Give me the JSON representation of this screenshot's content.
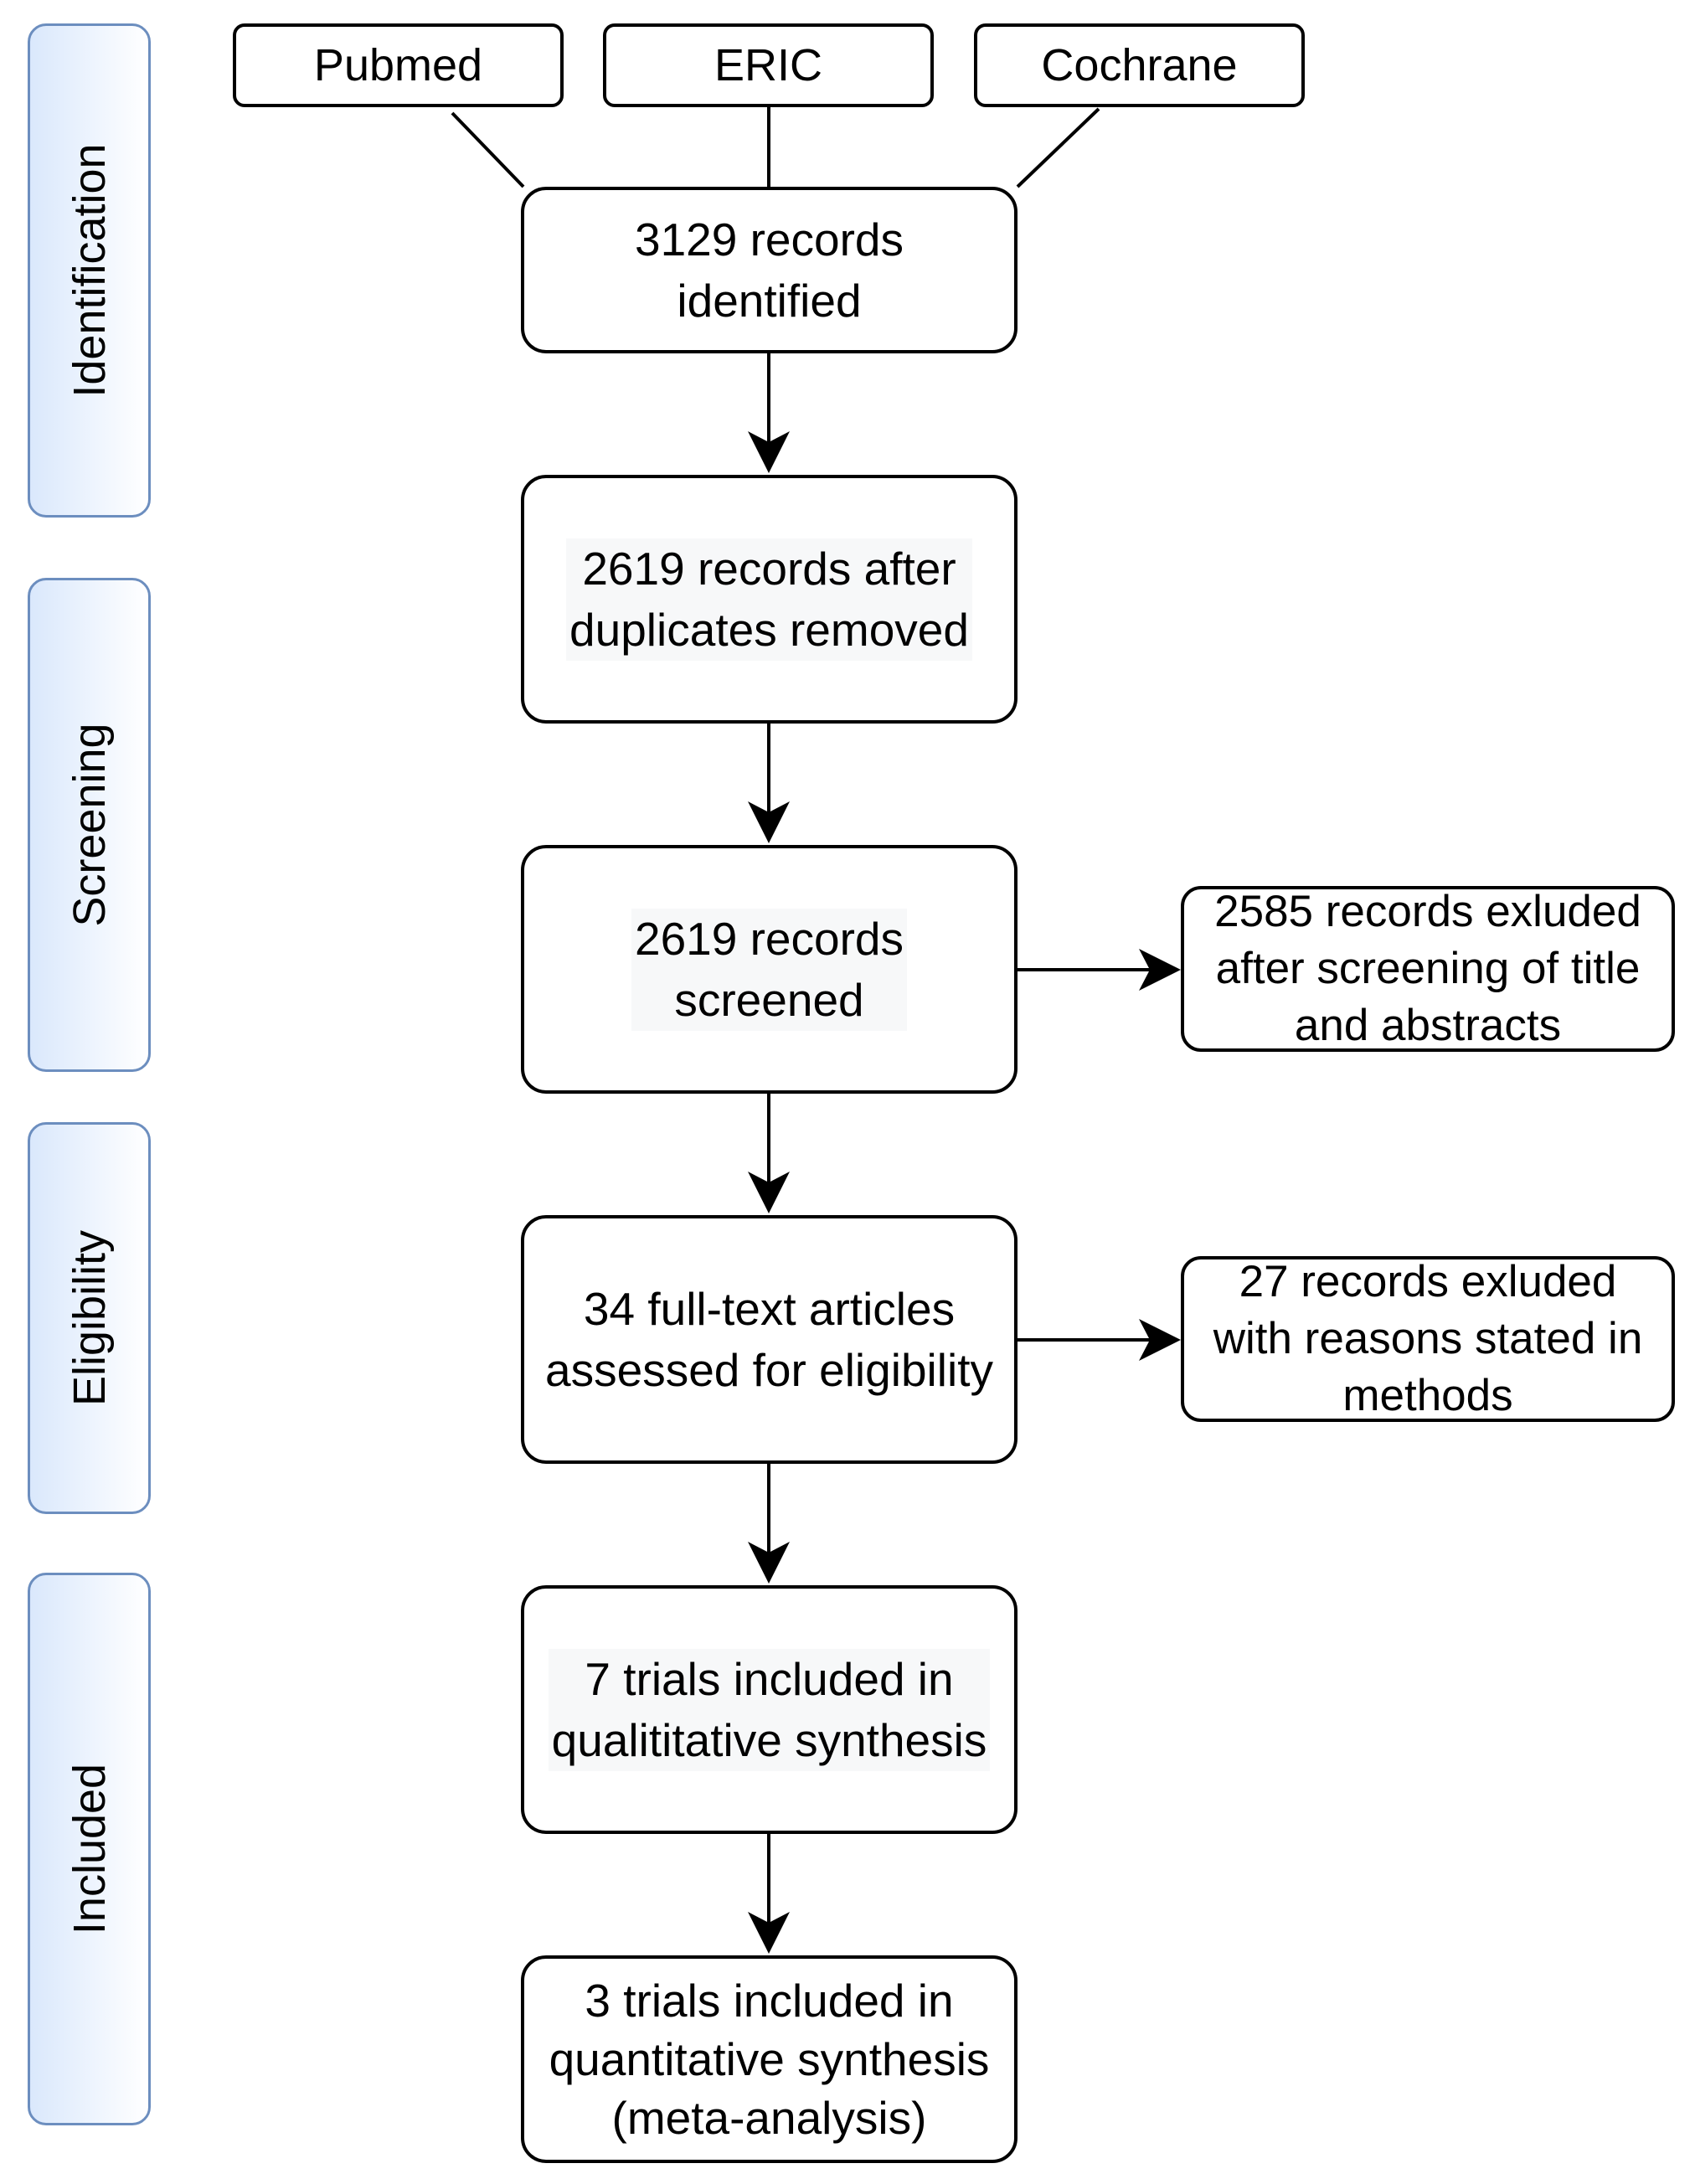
{
  "phases": {
    "identification": "Identification",
    "screening": "Screening",
    "eligibility": "Eligibility",
    "included": "Included"
  },
  "sources": {
    "pubmed": "Pubmed",
    "eric": "ERIC",
    "cochrane": "Cochrane"
  },
  "steps": {
    "identified": "3129 records\nidentified",
    "duplicates_removed": "2619 records after\nduplicates removed",
    "screened": "2619 records\nscreened",
    "assessed": "34 full-text articles\nassessed for eligibility",
    "qualitative": "7 trials included in\nqualititative synthesis",
    "quantitative": "3 trials included in\nquantitative synthesis\n(meta-analysis)"
  },
  "exclusions": {
    "after_screening": "2585 records exluded\nafter screening of title\nand abstracts",
    "with_reasons": "27  records exluded\nwith reasons stated in\nmethods"
  }
}
